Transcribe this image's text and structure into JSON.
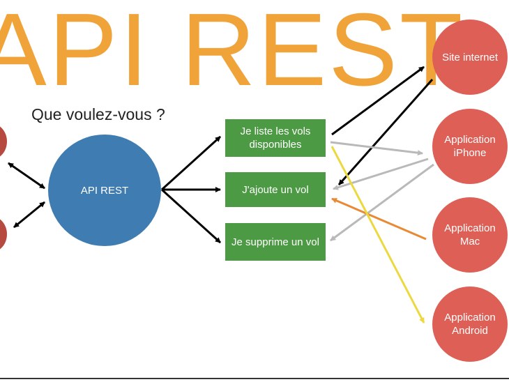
{
  "title": "API REST",
  "subtitle": "Que voulez-vous ?",
  "server": {
    "label": "API REST"
  },
  "actions": [
    {
      "label": "Je liste les vols disponibles"
    },
    {
      "label": "J'ajoute un vol"
    },
    {
      "label": "Je supprime un vol"
    }
  ],
  "clients": [
    {
      "label": "Site internet"
    },
    {
      "label": "Application iPhone"
    },
    {
      "label": "Application Mac"
    },
    {
      "label": "Application Android"
    }
  ],
  "colors": {
    "title": "#f0a338",
    "server": "#3e7cb1",
    "action": "#4c9a43",
    "client": "#dd5f56",
    "edge_black": "#000000",
    "edge_gray": "#b9b9b9",
    "edge_orange": "#e88a35",
    "edge_yellow": "#ecd940"
  }
}
